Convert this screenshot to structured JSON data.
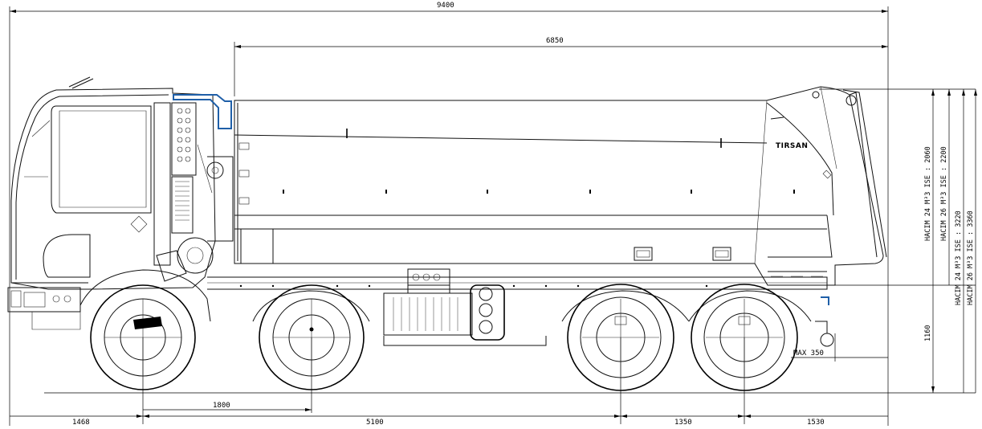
{
  "dimensions": {
    "overall_length": "9400",
    "body_length": "6850",
    "front_overhang": "1468",
    "axle_spacing_1": "1800",
    "wheelbase": "5100",
    "rear_axle_spacing": "1350",
    "rear_overhang": "1530",
    "frame_height": "1160",
    "max_hitch": "MAX 350"
  },
  "volumes": [
    {
      "label": "HACIM  24 M³3 ISE : 2060"
    },
    {
      "label": "HACIM  26 M³3 ISE : 2200"
    },
    {
      "label": "HACIM  24 M³3 ISE : 3220"
    },
    {
      "label": "HACIM  26 M³3 ISE : 3360"
    }
  ],
  "brand": "TIRSAN",
  "icons": {
    "truck": "dump-truck-side-view",
    "wheel": "wheel-icon"
  }
}
